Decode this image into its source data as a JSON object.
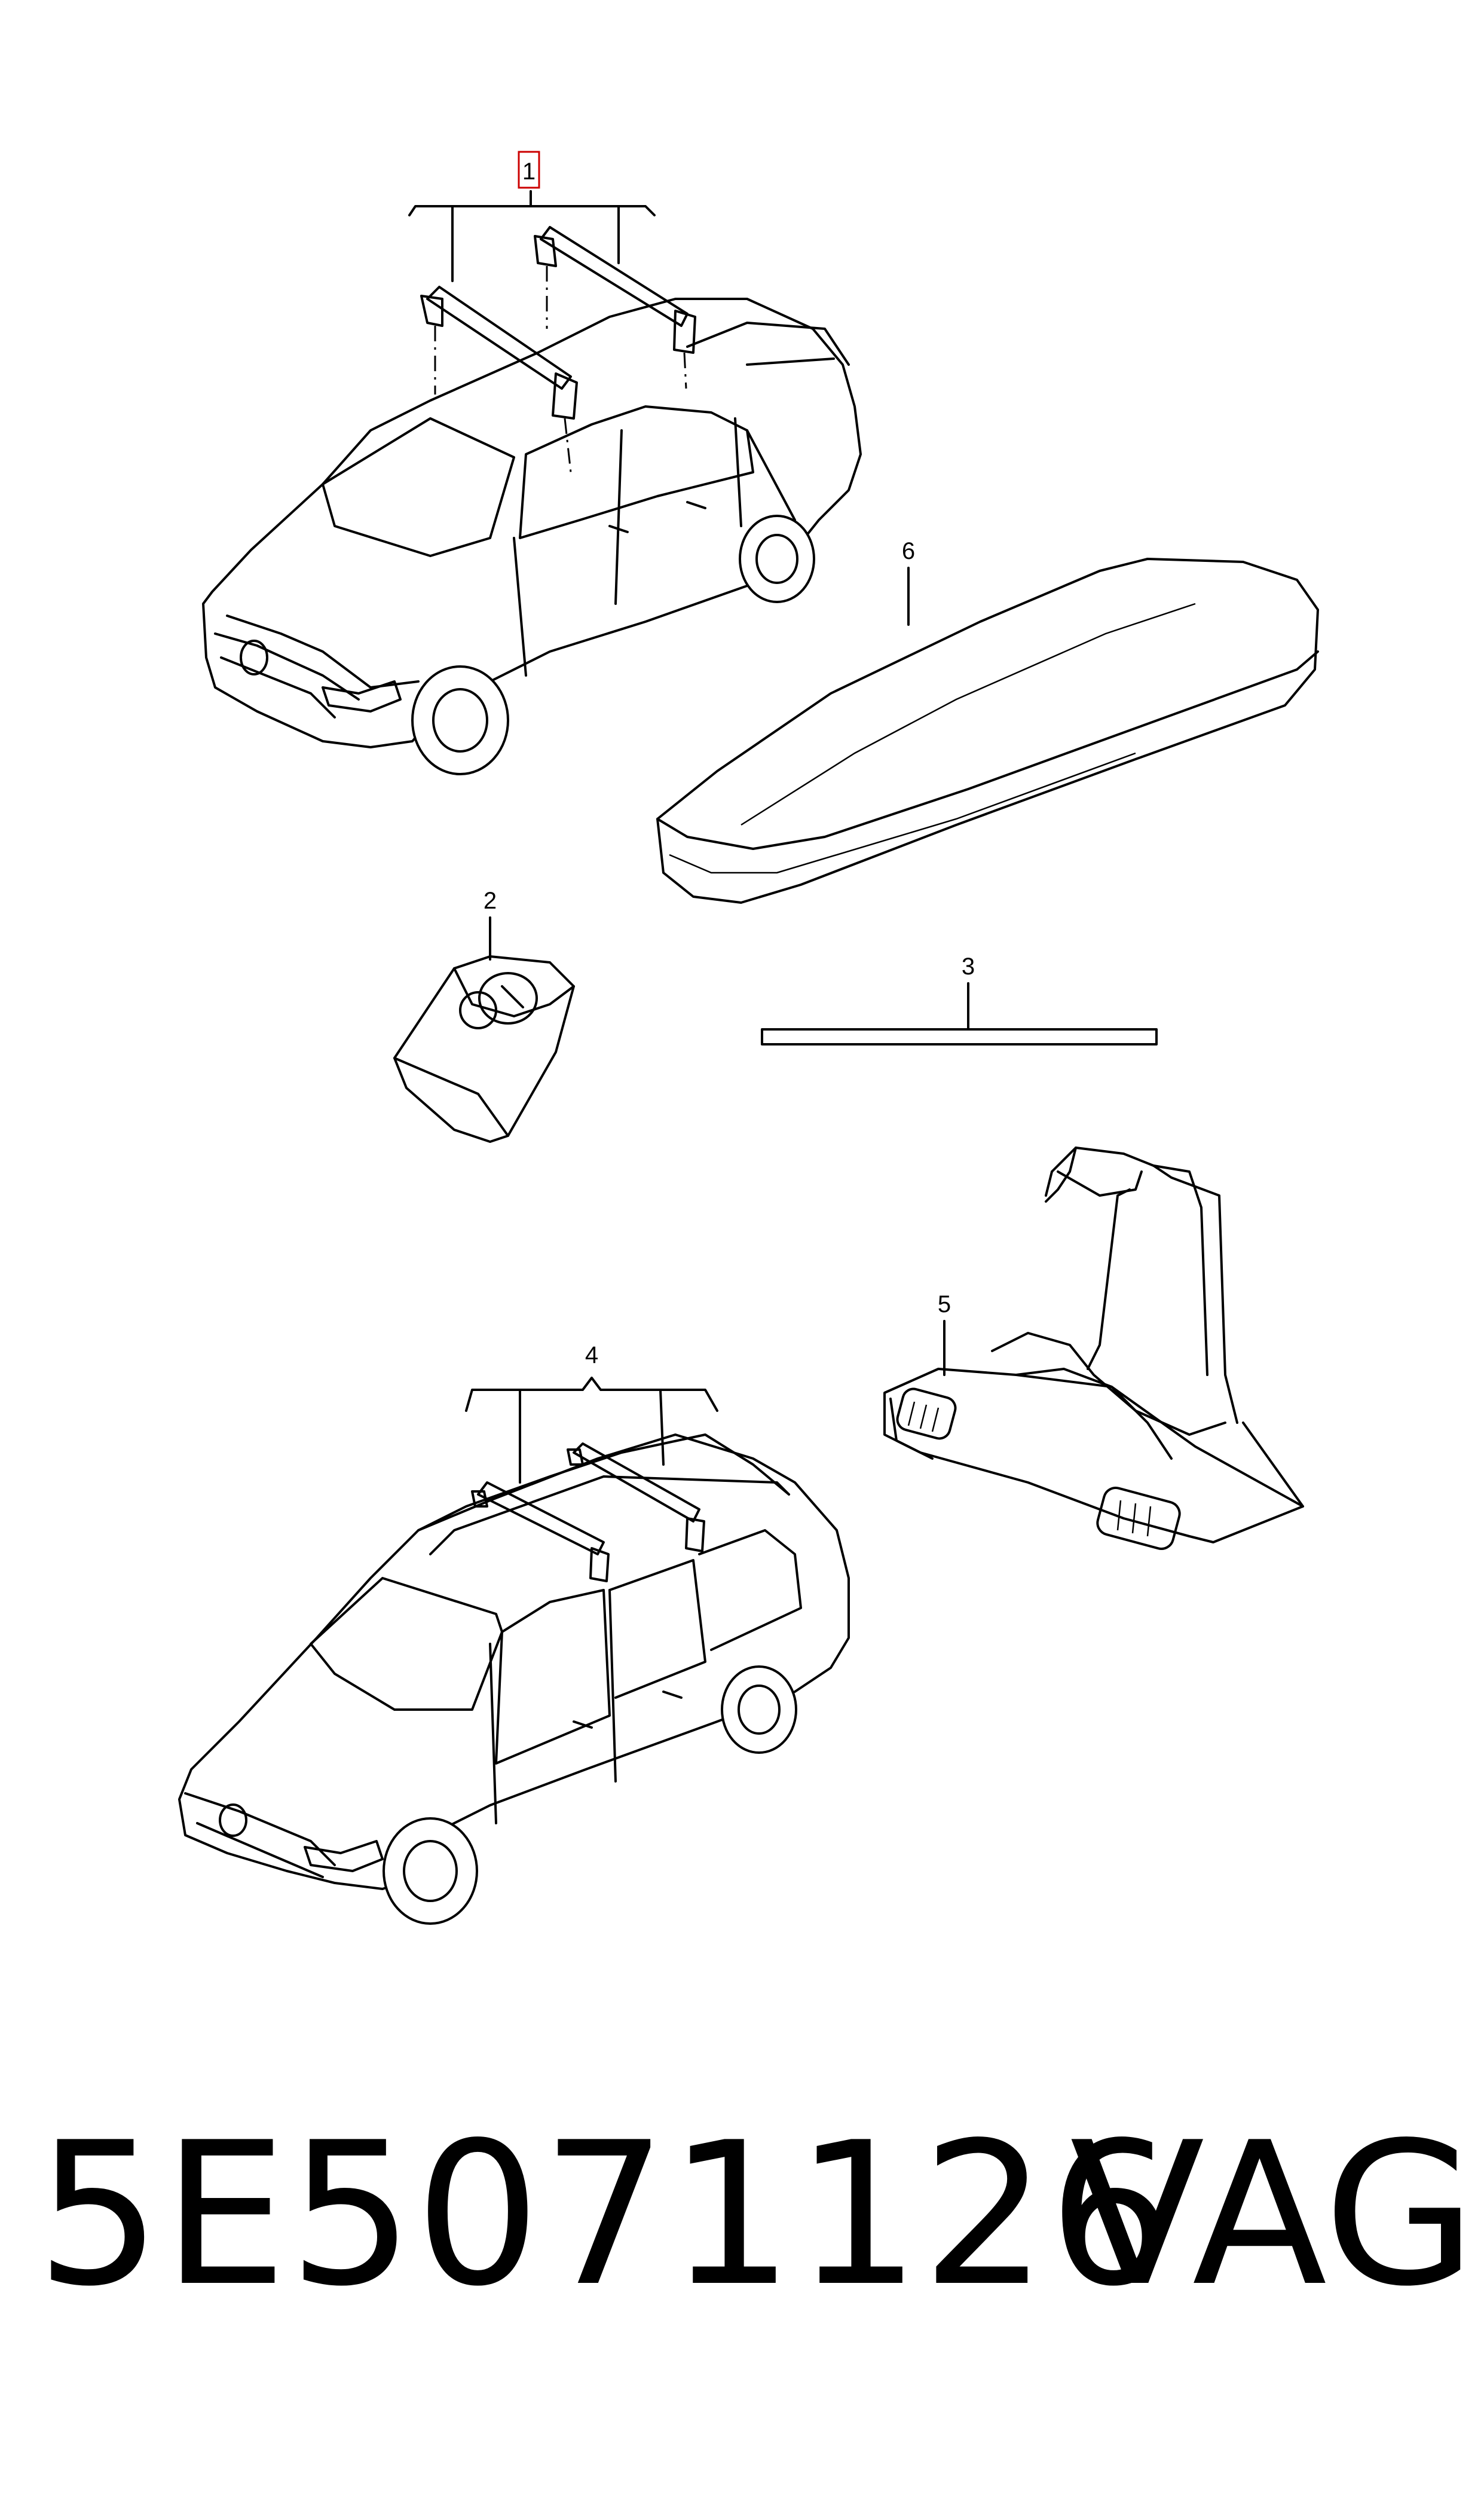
{
  "callouts": {
    "c1": "1",
    "c2": "2",
    "c3": "3",
    "c4": "4",
    "c5": "5",
    "c6": "6"
  },
  "footer": {
    "part_number": "5E5071126",
    "brand": "VAG"
  },
  "colors": {
    "line": "#000000",
    "highlight_box": "#cc0000",
    "background": "#ffffff"
  }
}
